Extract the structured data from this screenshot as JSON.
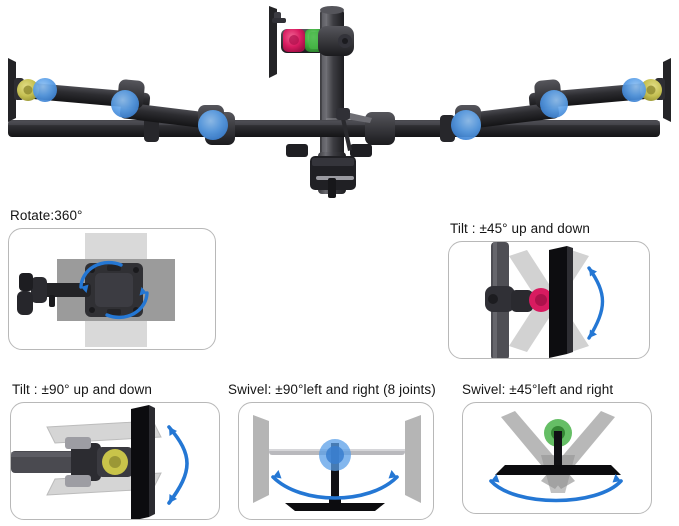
{
  "product": {
    "type": "triple-monitor-desk-mount",
    "description": "Triple monitor desk mount with center pole, desk clamp base and articulating arms",
    "highlight_colors": {
      "swivel_joint_blue": "#4a90e2",
      "rotate_joint_yellow": "#c9c44a",
      "tilt_joint_red": "#d81b60",
      "swivel_joint_green": "#3fae3f",
      "arrow_blue": "#2477d4",
      "hardware_black": "#2b2b2d",
      "panel_border": "#b8b8b8"
    }
  },
  "panels": [
    {
      "id": "rotate360",
      "label": "Rotate:360°",
      "motion": "rotate",
      "range_degrees": 360,
      "icon": "vesa-plate-rotation-icon"
    },
    {
      "id": "tilt45",
      "label": "Tilt : ±45° up and down",
      "motion": "tilt",
      "range_degrees": 45,
      "icon": "pole-monitor-tilt-icon"
    },
    {
      "id": "tilt90",
      "label": "Tilt : ±90° up and down",
      "motion": "tilt",
      "range_degrees": 90,
      "icon": "arm-monitor-tilt-icon"
    },
    {
      "id": "swivel90",
      "label": "Swivel: ±90°left and right (8 joints)",
      "motion": "swivel",
      "range_degrees": 90,
      "joints": 8,
      "icon": "arm-swivel-topdown-icon"
    },
    {
      "id": "swivel45",
      "label": "Swivel: ±45°left and right",
      "motion": "swivel",
      "range_degrees": 45,
      "icon": "base-swivel-topdown-icon"
    }
  ]
}
